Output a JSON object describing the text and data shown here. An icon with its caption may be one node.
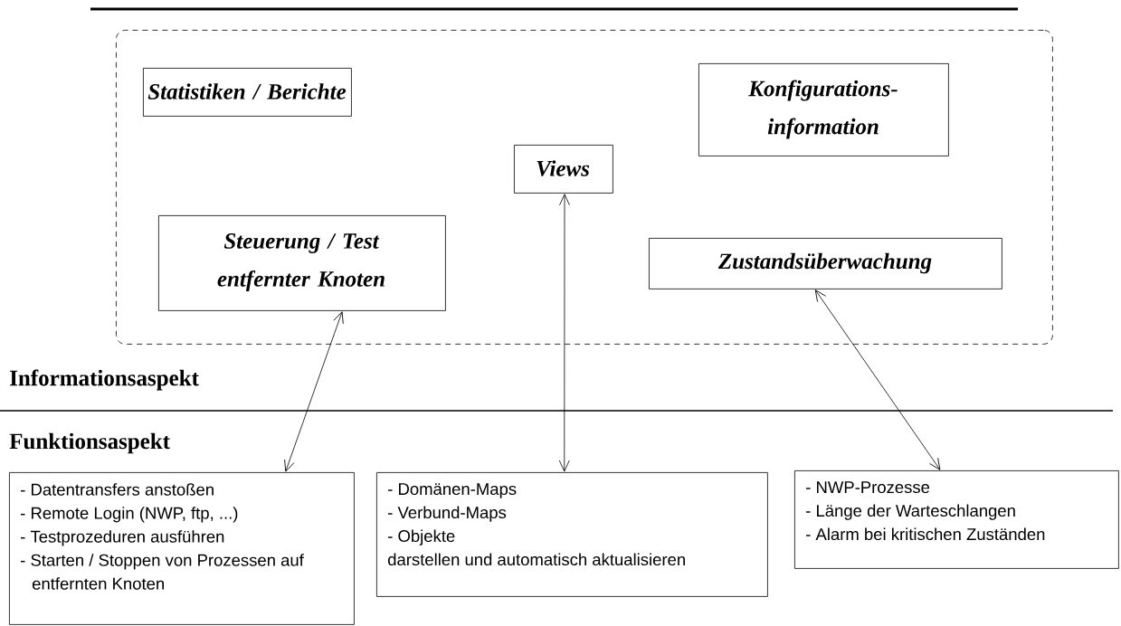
{
  "diagram": {
    "nodes": [
      {
        "text": [],
        "shape": "box"
      },
      {
        "text": [
          "Statistiken / Berichte"
        ],
        "in": 0
      },
      {
        "text": [
          "Konfigurations- information"
        ],
        "in": 0
      },
      {
        "text": [
          "Views"
        ],
        "in": 0
      },
      {
        "text": [
          "Steuerung / Test entfernter Knoten"
        ],
        "in": 0
      },
      {
        "text": [
          "Zustandsüberwachung"
        ],
        "in": 0
      },
      {
        "text": [
          "- Datentransfers anstoßen",
          "- Remote Login (NWP, ftp, ...)",
          "- Testprozeduren ausführen",
          "- Starten / Stoppen von Prozessen auf entfernten Knoten"
        ]
      },
      {
        "text": [
          "- Domänen-Maps",
          "- Verbund-Maps",
          "- Objekte",
          "darstellen und automatisch aktualisieren"
        ]
      },
      {
        "text": [
          "- NWP-Prozesse",
          "- Länge der Warteschlangen",
          "- Alarm bei kritischen Zuständen"
        ]
      }
    ],
    "edges": [
      {
        "from": 4,
        "to": 6,
        "arrow": "both"
      },
      {
        "from": 3,
        "to": 7,
        "arrow": "both"
      },
      {
        "from": 5,
        "to": 8,
        "arrow": "both"
      }
    ],
    "labels": [
      "Informationsaspekt",
      "Funktionsaspekt"
    ]
  }
}
